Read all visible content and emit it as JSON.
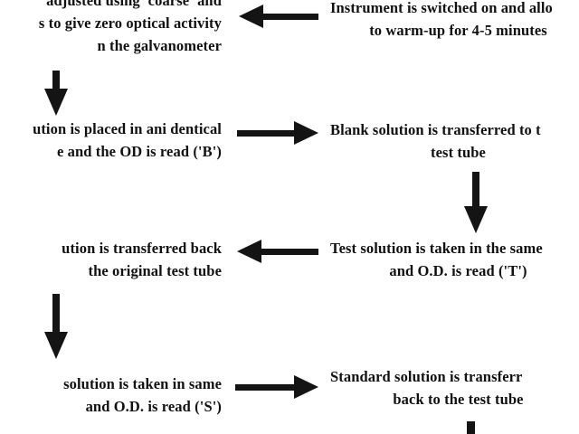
{
  "document": {
    "kind": "scanned-flowchart",
    "title": "Colorimeter / photometer operating procedure flowchart",
    "background_color": "#ffffff",
    "ink_color": "#141414",
    "note_clipping": "Text is cropped at the left, right, top and bottom edges of the scan"
  },
  "nodes": [
    {
      "id": "node-instrument-on",
      "column": "right",
      "lines": [
        "Instrument is switched on and allo",
        "to warm-up for 4-5 minutes"
      ]
    },
    {
      "id": "node-zero-adjust",
      "column": "left",
      "lines": [
        "adjusted using 'coarse' and",
        "s to give zero optical activity",
        "n the galvanometer"
      ]
    },
    {
      "id": "node-blank-transferred",
      "column": "right",
      "lines": [
        "Blank solution is transferred to t",
        "test tube"
      ]
    },
    {
      "id": "node-blank-od",
      "column": "left",
      "lines": [
        "ution is placed in ani dentical",
        "e and the OD is read ('B')"
      ]
    },
    {
      "id": "node-test-od",
      "column": "right",
      "lines": [
        "Test solution is taken in the same",
        "and O.D. is read ('T')"
      ]
    },
    {
      "id": "node-transferred-back",
      "column": "left",
      "lines": [
        "ution is transferred back",
        "the original test tube"
      ]
    },
    {
      "id": "node-standard-back",
      "column": "right",
      "lines": [
        "Standard solution is transferr",
        "back to the test tube"
      ]
    },
    {
      "id": "node-standard-od",
      "column": "left",
      "lines": [
        "solution is taken in same",
        "and O.D. is read ('S')"
      ]
    }
  ],
  "arrows": [
    {
      "id": "arrow-right-to-left-top",
      "direction": "left"
    },
    {
      "id": "arrow-down-left-upper",
      "direction": "down"
    },
    {
      "id": "arrow-left-to-right-blank",
      "direction": "right"
    },
    {
      "id": "arrow-down-right-upper",
      "direction": "down"
    },
    {
      "id": "arrow-right-to-left-test",
      "direction": "left"
    },
    {
      "id": "arrow-down-left-lower",
      "direction": "down"
    },
    {
      "id": "arrow-left-to-right-std",
      "direction": "right"
    },
    {
      "id": "arrow-down-right-lower-clipped",
      "direction": "down"
    }
  ]
}
